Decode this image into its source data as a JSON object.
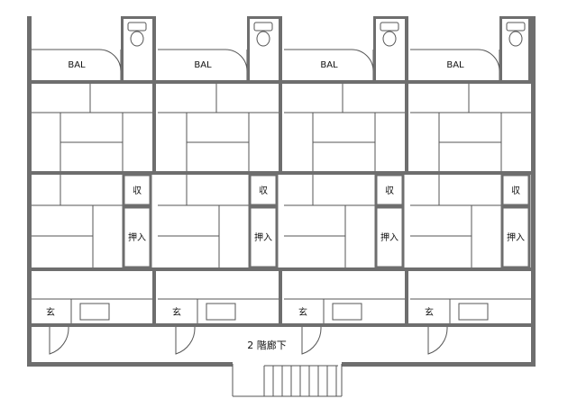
{
  "labels": {
    "balcony": "BAL",
    "storage": "収",
    "closet": "押入",
    "entrance": "玄",
    "corridor": "2 階廊下"
  },
  "unit_count": 4
}
